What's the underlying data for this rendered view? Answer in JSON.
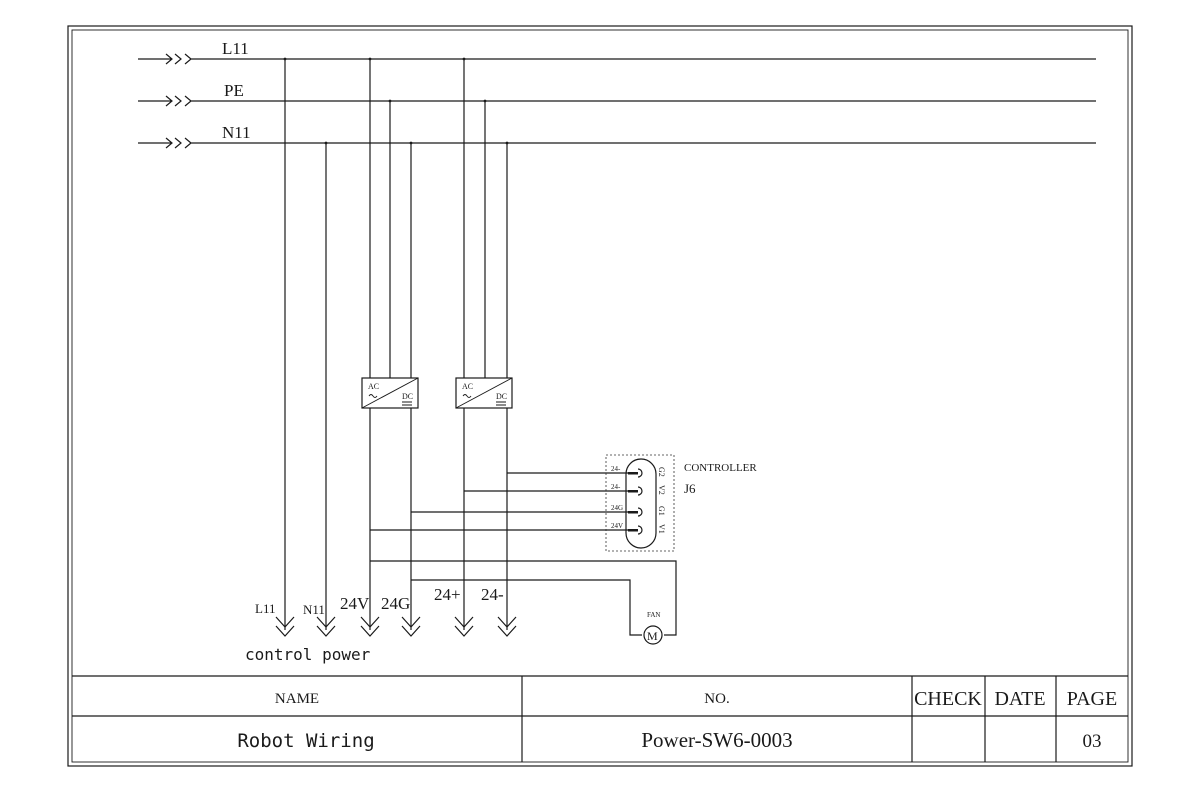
{
  "bus": {
    "l11": "L11",
    "pe": "PE",
    "n11": "N11"
  },
  "psu": {
    "ac": "AC",
    "dc": "DC"
  },
  "controller": {
    "title": "CONTROLLER",
    "ref": "J6",
    "pins_left": [
      "24-",
      "24-",
      "24G",
      "24V"
    ],
    "pins_right": [
      "G2",
      "V2",
      "G1",
      "V1"
    ]
  },
  "fan": {
    "label": "FAN",
    "motor": "M"
  },
  "outputs": {
    "l11": "L11",
    "n11": "N11",
    "v24": "24V",
    "g24": "24G",
    "plus": "24+",
    "minus": "24-",
    "caption": "control power"
  },
  "title_block": {
    "name_header": "NAME",
    "no_header": "NO.",
    "check_header": "CHECK",
    "date_header": "DATE",
    "page_header": "PAGE",
    "name_value": "Robot Wiring",
    "no_value": "Power-SW6-0003",
    "check_value": "",
    "date_value": "",
    "page_value": "03"
  }
}
